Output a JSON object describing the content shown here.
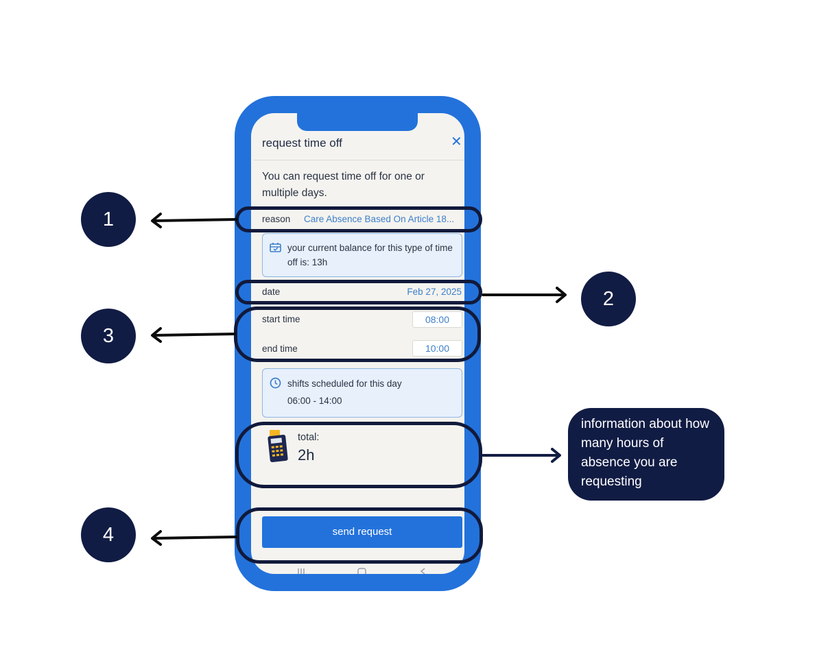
{
  "screen": {
    "title": "request time off",
    "close_icon": "✕",
    "intro": "You can request time off for one or multiple days.",
    "reason": {
      "label": "reason",
      "value": "Care Absence Based On Article 18..."
    },
    "balance": {
      "icon": "calendar-check-icon",
      "text": "your current balance for this type of time off is: 13h"
    },
    "date": {
      "label": "date",
      "value": "Feb 27, 2025"
    },
    "start_time": {
      "label": "start time",
      "value": "08:00"
    },
    "end_time": {
      "label": "end time",
      "value": "10:00"
    },
    "shifts": {
      "icon": "clock-icon",
      "title": "shifts scheduled for this day",
      "range": "06:00 - 14:00"
    },
    "total": {
      "icon": "calculator-icon",
      "label": "total:",
      "value": "2h"
    },
    "send_button": "send request"
  },
  "annotations": {
    "markers": [
      "1",
      "2",
      "3",
      "4"
    ],
    "callout": "information about how many hours of absence you are requesting"
  },
  "colors": {
    "phone": "#2372db",
    "marker": "#111c44",
    "screen": "#f4f3ef",
    "accent": "#3d7fc9"
  }
}
